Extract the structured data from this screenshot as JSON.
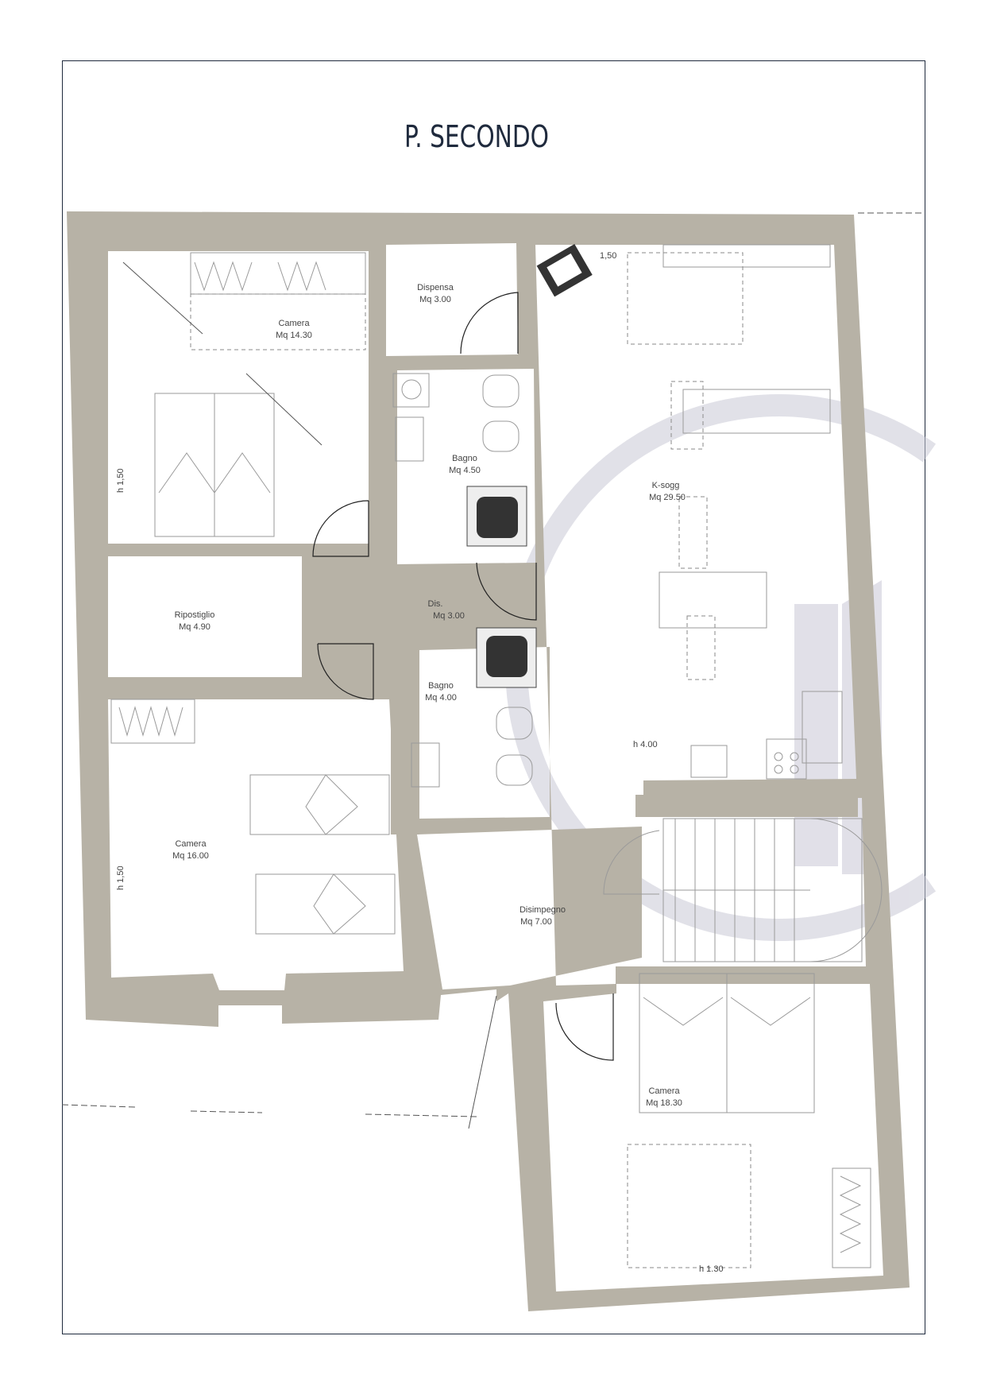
{
  "title": "P. SECONDO",
  "rooms": [
    {
      "name": "Camera",
      "area": "Mq 14.30"
    },
    {
      "name": "Dispensa",
      "area": "Mq 3.00"
    },
    {
      "name": "Bagno",
      "area": "Mq 4.50"
    },
    {
      "name": "K-sogg",
      "area": "Mq 29.50"
    },
    {
      "name": "Ripostiglio",
      "area": "Mq 4.90"
    },
    {
      "name": "Dis.",
      "area": "Mq 3.00"
    },
    {
      "name": "Bagno",
      "area": "Mq 4.00"
    },
    {
      "name": "Camera",
      "area": "Mq 16.00"
    },
    {
      "name": "Disimpegno",
      "area": "Mq 7.00"
    },
    {
      "name": "Camera",
      "area": "Mq 18.30"
    }
  ],
  "heights": [
    "h 1,50",
    "h 1,50",
    "1,50",
    "h 4.00",
    "h 1.30"
  ],
  "colors": {
    "wall": "#b7b2a6",
    "title": "#1f2a3d",
    "watermark": "#d9d8e2"
  }
}
